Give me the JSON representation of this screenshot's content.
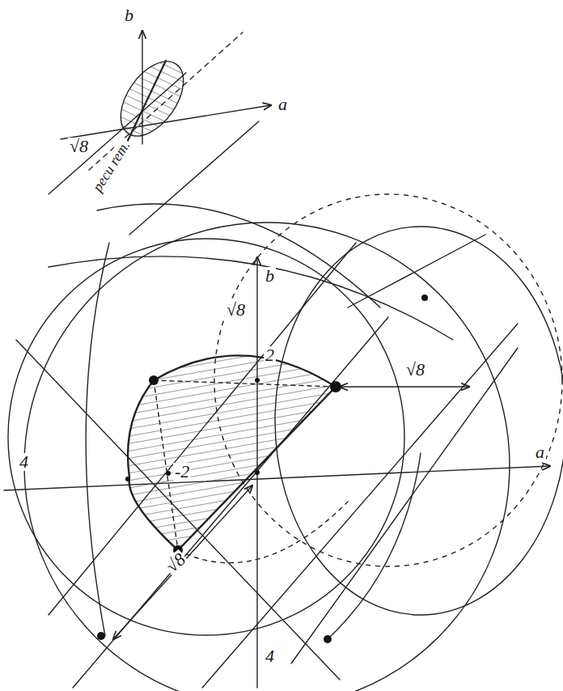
{
  "diagram": {
    "labels": [
      "b",
      "a",
      "√8",
      "pecu rem.",
      "b",
      "√8",
      "2",
      "√8",
      "a",
      "4",
      "-2",
      "√8",
      "4"
    ]
  }
}
